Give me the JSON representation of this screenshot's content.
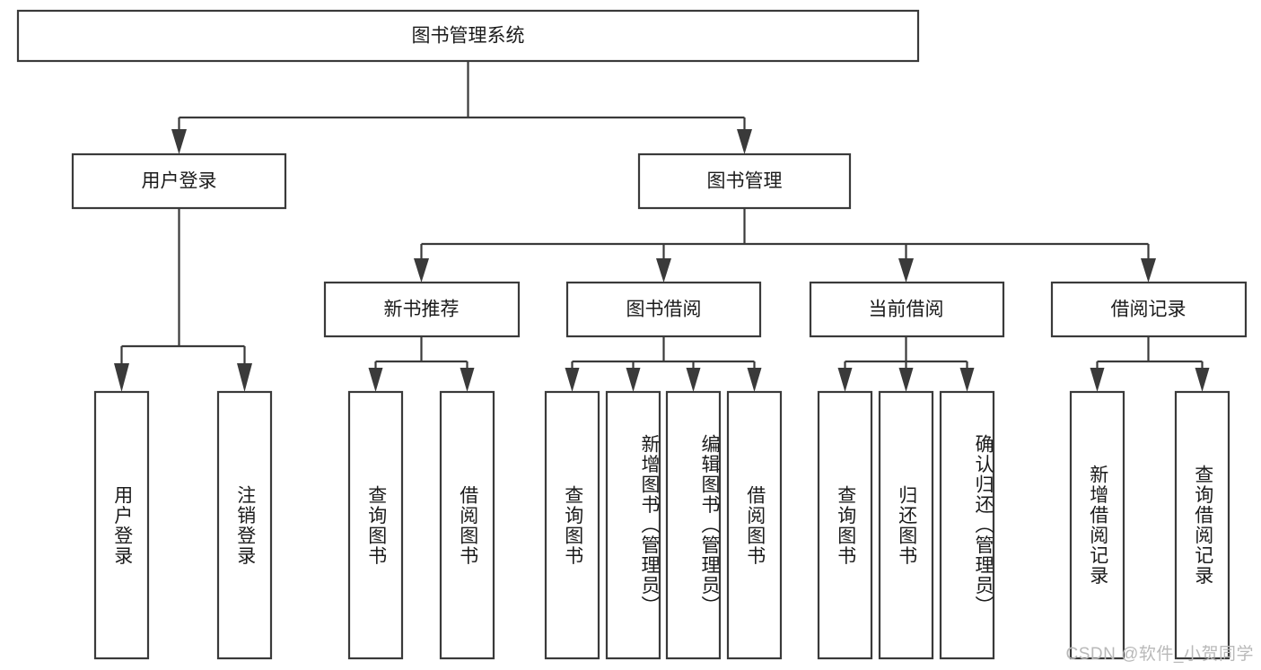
{
  "diagram": {
    "title": "图书管理系统",
    "watermark": "CSDN @软件_小贺同学",
    "line_color": "#3a3a3a",
    "box_fill": "#ffffff",
    "text_color": "#1b1b1b",
    "nodes": {
      "root": {
        "label": "图书管理系统",
        "level": 1
      },
      "user_login": {
        "label": "用户登录",
        "level": 2
      },
      "book_manage": {
        "label": "图书管理",
        "level": 2
      },
      "new_book_rec": {
        "label": "新书推荐",
        "level": 3
      },
      "book_borrow": {
        "label": "图书借阅",
        "level": 3
      },
      "current_borrow": {
        "label": "当前借阅",
        "level": 3
      },
      "borrow_record": {
        "label": "借阅记录",
        "level": 3
      },
      "leaf_user_login": {
        "label": "用户登录",
        "level": 4
      },
      "leaf_logout": {
        "label": "注销登录",
        "level": 4
      },
      "leaf_query_book_1": {
        "label": "查询图书",
        "level": 4
      },
      "leaf_borrow_book_1": {
        "label": "借阅图书",
        "level": 4
      },
      "leaf_query_book_2": {
        "label": "查询图书",
        "level": 4
      },
      "leaf_add_book": {
        "label": "新增图书（管理员）",
        "level": 4
      },
      "leaf_edit_book": {
        "label": "编辑图书（管理员）",
        "level": 4
      },
      "leaf_borrow_book_2": {
        "label": "借阅图书",
        "level": 4
      },
      "leaf_query_book_3": {
        "label": "查询图书",
        "level": 4
      },
      "leaf_return_book": {
        "label": "归还图书",
        "level": 4
      },
      "leaf_confirm_return": {
        "label": "确认归还（管理员）",
        "level": 4
      },
      "leaf_add_record": {
        "label": "新增借阅记录",
        "level": 4
      },
      "leaf_query_record": {
        "label": "查询借阅记录",
        "level": 4
      }
    },
    "edges": [
      {
        "from": "root",
        "to": "user_login"
      },
      {
        "from": "root",
        "to": "book_manage"
      },
      {
        "from": "user_login",
        "to": "leaf_user_login"
      },
      {
        "from": "user_login",
        "to": "leaf_logout"
      },
      {
        "from": "book_manage",
        "to": "new_book_rec"
      },
      {
        "from": "book_manage",
        "to": "book_borrow"
      },
      {
        "from": "book_manage",
        "to": "current_borrow"
      },
      {
        "from": "book_manage",
        "to": "borrow_record"
      },
      {
        "from": "new_book_rec",
        "to": "leaf_query_book_1"
      },
      {
        "from": "new_book_rec",
        "to": "leaf_borrow_book_1"
      },
      {
        "from": "book_borrow",
        "to": "leaf_query_book_2"
      },
      {
        "from": "book_borrow",
        "to": "leaf_add_book"
      },
      {
        "from": "book_borrow",
        "to": "leaf_edit_book"
      },
      {
        "from": "book_borrow",
        "to": "leaf_borrow_book_2"
      },
      {
        "from": "current_borrow",
        "to": "leaf_query_book_3"
      },
      {
        "from": "current_borrow",
        "to": "leaf_return_book"
      },
      {
        "from": "current_borrow",
        "to": "leaf_confirm_return"
      },
      {
        "from": "borrow_record",
        "to": "leaf_add_record"
      },
      {
        "from": "borrow_record",
        "to": "leaf_query_record"
      }
    ]
  }
}
